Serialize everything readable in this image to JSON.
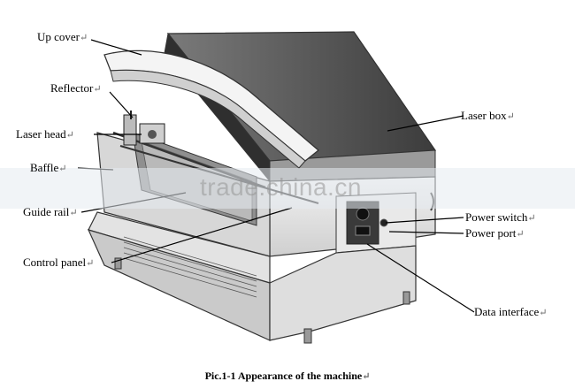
{
  "labels": {
    "up_cover": "Up cover",
    "reflector": "Reflector",
    "laser_head": "Laser head",
    "baffle": "Baffle",
    "guide_rail": "Guide rail",
    "control_panel": "Control panel",
    "laser_box": "Laser box",
    "power_switch": "Power switch",
    "power_port": "Power port",
    "data_interface": "Data interface"
  },
  "return_mark": "↵",
  "caption": "Pic.1-1 Appearance of the machine",
  "watermark": "trade.china.cn",
  "colors": {
    "machine_body": "#e6e6e6",
    "machine_dark": "#4a4a4a",
    "outline": "#333333"
  }
}
